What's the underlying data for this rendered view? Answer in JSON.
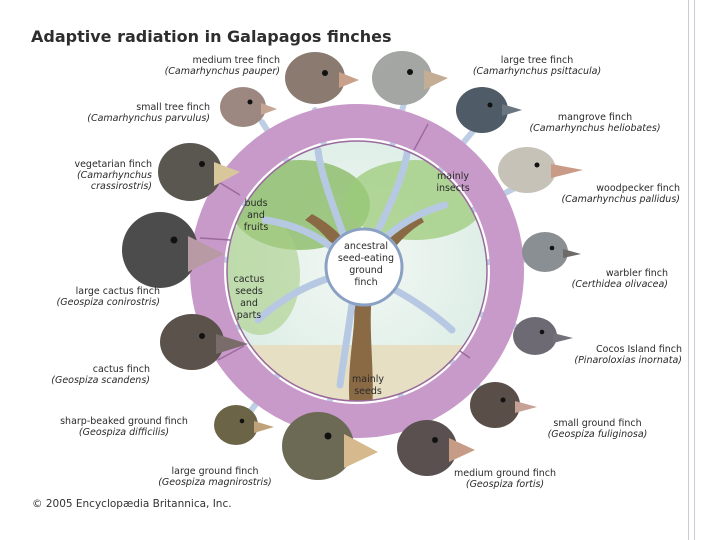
{
  "title": "Adaptive radiation in Galapagos finches",
  "copyright": "© 2005 Encyclopædia Britannica, Inc.",
  "center_label": [
    "ancestral",
    "seed-eating",
    "ground",
    "finch"
  ],
  "diet_groups": {
    "insects": [
      "mainly",
      "insects"
    ],
    "buds": [
      "buds",
      "and",
      "fruits"
    ],
    "cactus": [
      "cactus",
      "seeds",
      "and",
      "parts"
    ],
    "seeds": [
      "mainly",
      "seeds"
    ]
  },
  "finches": [
    {
      "common": "medium tree finch",
      "scientific": "(Camarhynchus pauper)"
    },
    {
      "common": "large tree finch",
      "scientific": "(Camarhynchus psittacula)"
    },
    {
      "common": "small tree finch",
      "scientific": "(Camarhynchus parvulus)"
    },
    {
      "common": "mangrove finch",
      "scientific": "(Camarhynchus heliobates)"
    },
    {
      "common": "vegetarian finch",
      "scientific_lines": [
        "(Camarhynchus",
        "crassirostris)"
      ]
    },
    {
      "common": "woodpecker finch",
      "scientific": "(Camarhynchus pallidus)"
    },
    {
      "common": "large cactus finch",
      "scientific": "(Geospiza conirostris)"
    },
    {
      "common": "warbler finch",
      "scientific": "(Certhidea olivacea)"
    },
    {
      "common": "Cocos Island finch",
      "scientific": "(Pinaroloxias inornata)"
    },
    {
      "common": "cactus finch",
      "scientific": "(Geospiza scandens)"
    },
    {
      "common": "sharp-beaked ground finch",
      "scientific": "(Geospiza difficilis)"
    },
    {
      "common": "small ground finch",
      "scientific": "(Geospiza fuliginosa)"
    },
    {
      "common": "large ground finch",
      "scientific": "(Geospiza magnirostris)"
    },
    {
      "common": "medium ground finch",
      "scientific": "(Geospiza fortis)"
    }
  ],
  "colors": {
    "ring": "#c89ac9",
    "ring_dark": "#9a6a9c",
    "branch": "#b7c9e2",
    "branch_edge": "#8aa1c4",
    "tree": "#8a6a45",
    "leaf": "#8fbe6e",
    "sky": "#e7f1ee"
  }
}
